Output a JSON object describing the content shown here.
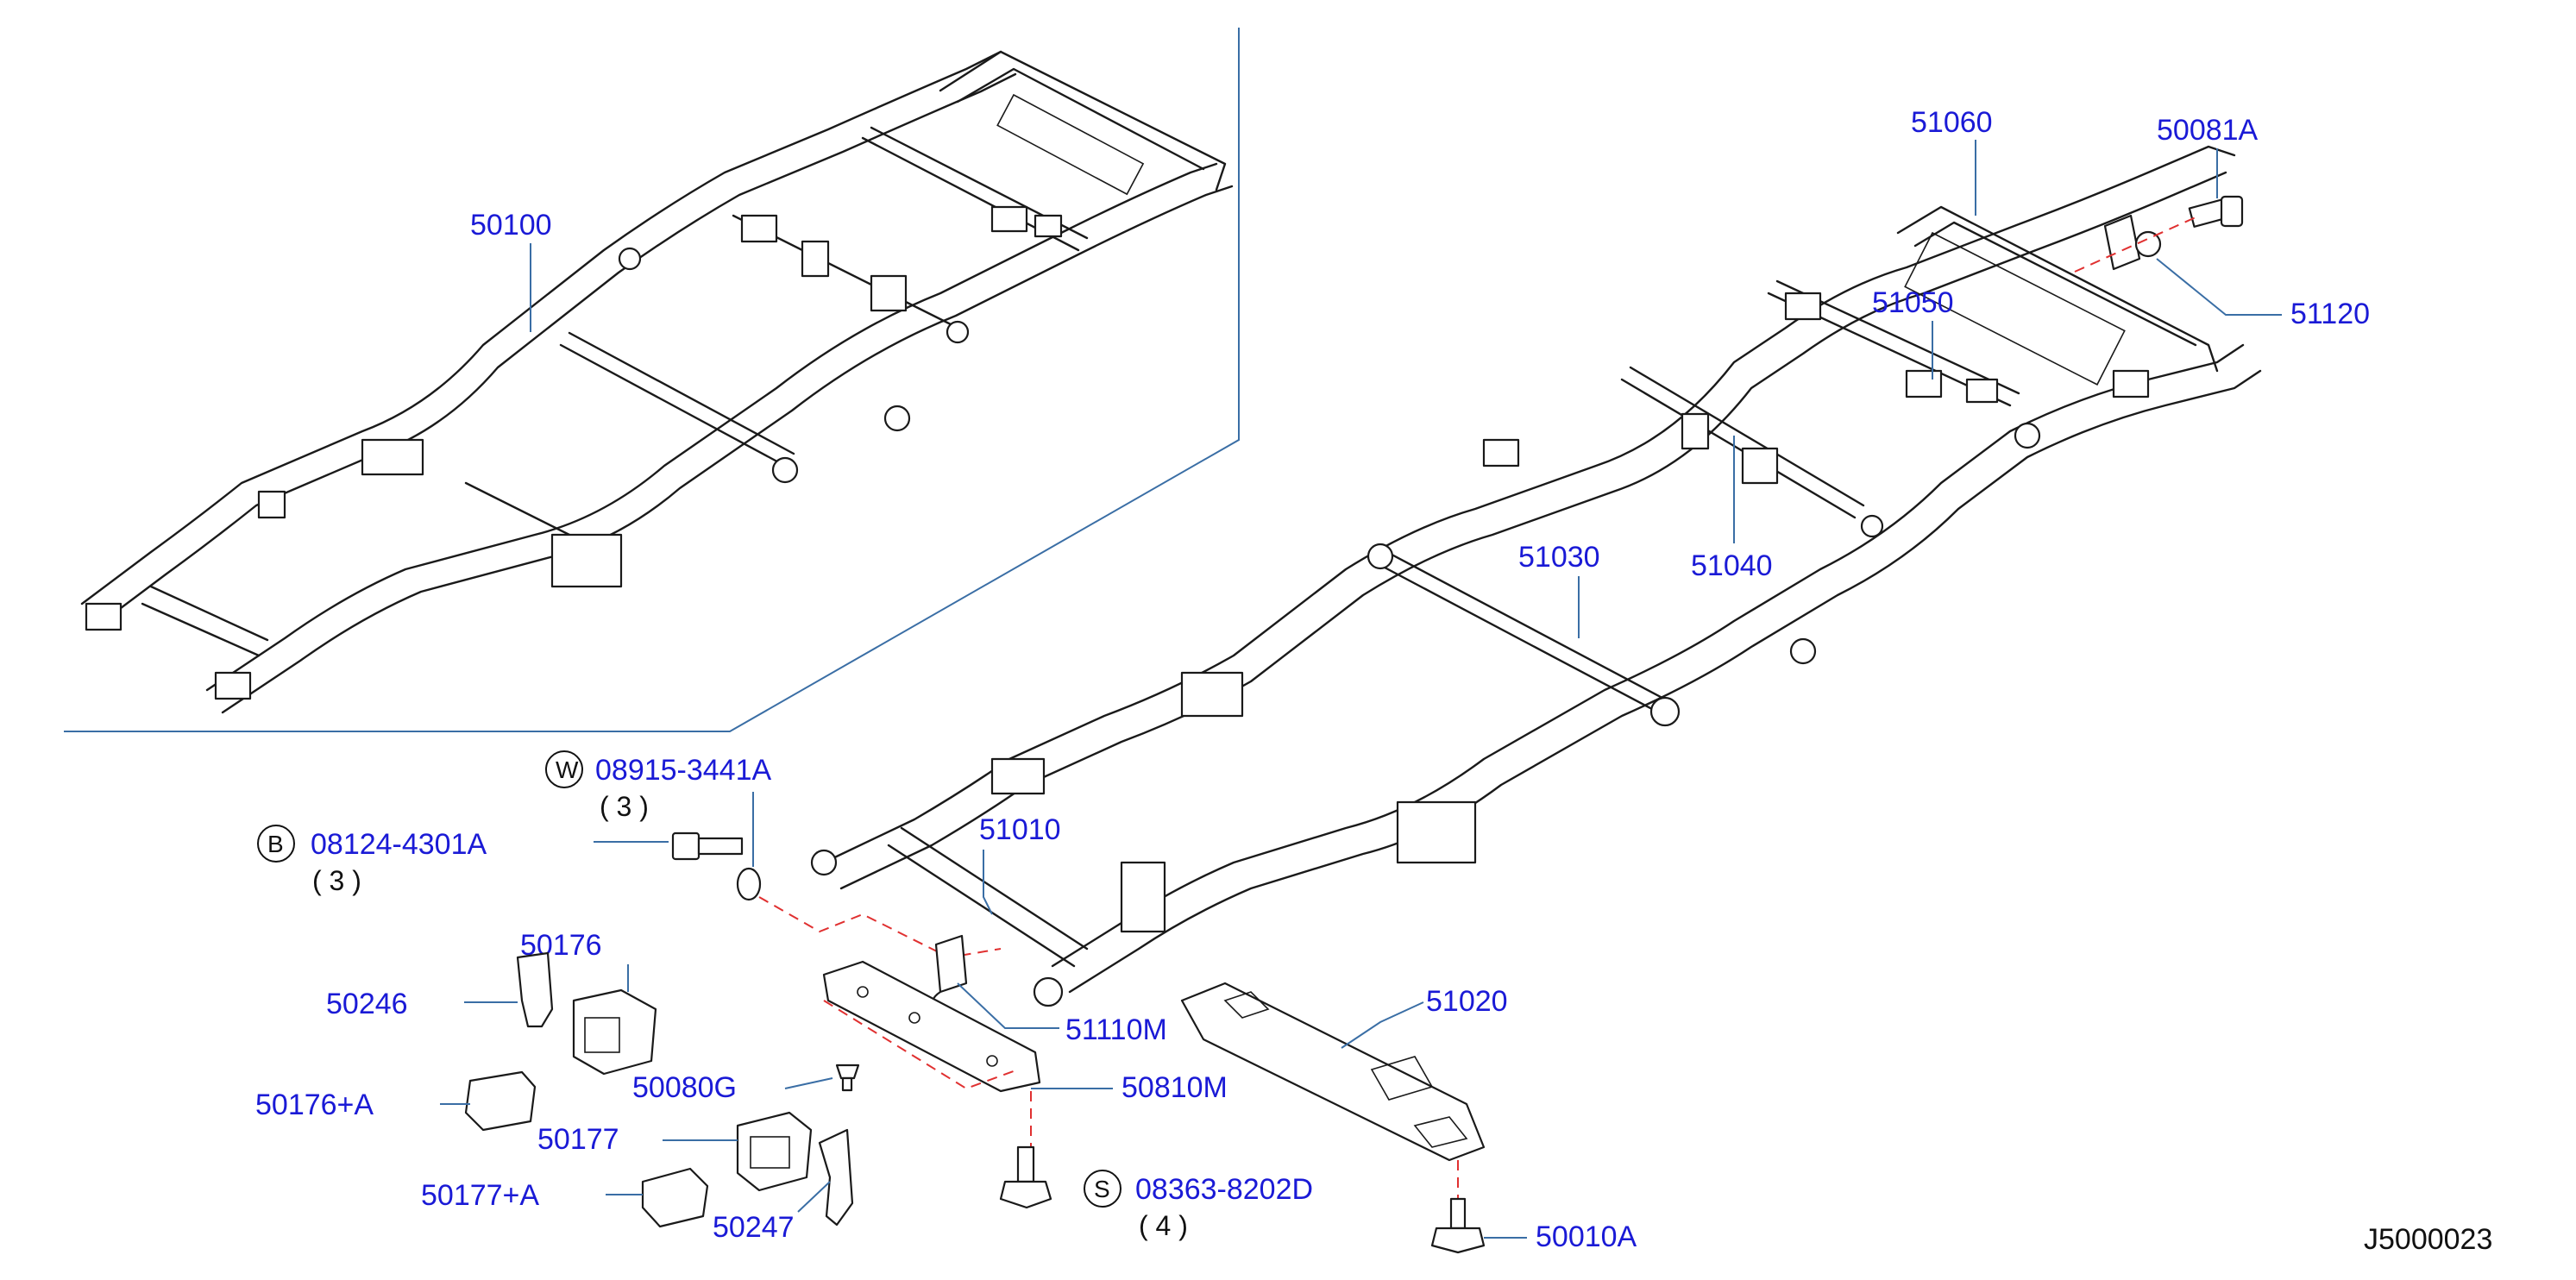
{
  "colors": {
    "label": "#1a1ad6",
    "leader": "#3a6ea5",
    "dashed_line": "#e03030",
    "line_art": "#1a1a1a"
  },
  "parts": {
    "p50100": "50100",
    "p51060": "51060",
    "p50081A": "50081A",
    "p51120": "51120",
    "p51050": "51050",
    "p51030": "51030",
    "p51040": "51040",
    "p51010": "51010",
    "p51110M": "51110M",
    "p51020": "51020",
    "p50810M": "50810M",
    "p50080G": "50080G",
    "p50176": "50176",
    "p50246": "50246",
    "p50176A": "50176+A",
    "p50177": "50177",
    "p50177A": "50177+A",
    "p50247": "50247",
    "p50010A": "50010A"
  },
  "fasteners": {
    "washer": {
      "badge": "W",
      "code": "08915-3441A",
      "qty": "( 3 )"
    },
    "bolt": {
      "badge": "B",
      "code": "08124-4301A",
      "qty": "( 3 )"
    },
    "screw": {
      "badge": "S",
      "code": "08363-8202D",
      "qty": "( 4 )"
    }
  },
  "diagram_code": "J5000023"
}
